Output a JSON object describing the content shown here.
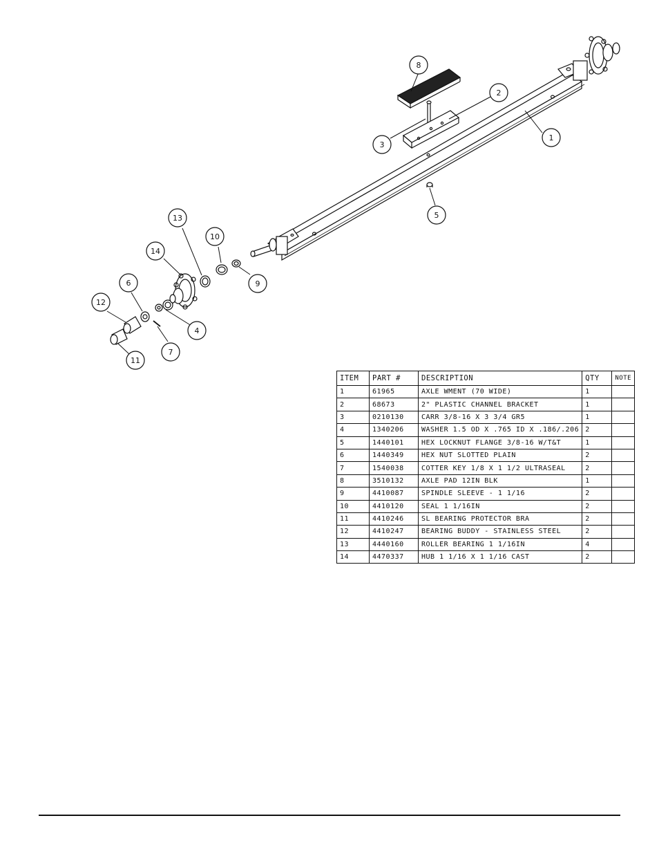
{
  "callouts": {
    "c1": "1",
    "c2": "2",
    "c3": "3",
    "c4": "4",
    "c5": "5",
    "c6": "6",
    "c7": "7",
    "c8": "8",
    "c9": "9",
    "c10": "10",
    "c11": "11",
    "c12": "12",
    "c13": "13",
    "c14": "14"
  },
  "bom": {
    "headers": {
      "item": "ITEM",
      "part": "PART #",
      "description": "DESCRIPTION",
      "qty": "QTY",
      "note": "NOTE"
    },
    "rows": [
      {
        "item": "1",
        "part": "61965",
        "description": "AXLE WMENT (70 WIDE)",
        "qty": "1",
        "note": ""
      },
      {
        "item": "2",
        "part": "68673",
        "description": "2\" PLASTIC CHANNEL BRACKET",
        "qty": "1",
        "note": ""
      },
      {
        "item": "3",
        "part": "0210130",
        "description": "CARR 3/8-16 X 3 3/4 GR5",
        "qty": "1",
        "note": ""
      },
      {
        "item": "4",
        "part": "1340206",
        "description": "WASHER 1.5 OD X .765 ID X .186/.206",
        "qty": "2",
        "note": ""
      },
      {
        "item": "5",
        "part": "1440101",
        "description": "HEX LOCKNUT FLANGE 3/8-16 W/T&T",
        "qty": "1",
        "note": ""
      },
      {
        "item": "6",
        "part": "1440349",
        "description": "HEX NUT SLOTTED PLAIN",
        "qty": "2",
        "note": ""
      },
      {
        "item": "7",
        "part": "1540038",
        "description": "COTTER KEY 1/8 X 1 1/2 ULTRASEAL",
        "qty": "2",
        "note": ""
      },
      {
        "item": "8",
        "part": "3510132",
        "description": "AXLE PAD 12IN  BLK",
        "qty": "1",
        "note": ""
      },
      {
        "item": "9",
        "part": "4410087",
        "description": "SPINDLE SLEEVE - 1 1/16",
        "qty": "2",
        "note": ""
      },
      {
        "item": "10",
        "part": "4410120",
        "description": "SEAL  1 1/16IN",
        "qty": "2",
        "note": ""
      },
      {
        "item": "11",
        "part": "4410246",
        "description": "SL BEARING PROTECTOR BRA",
        "qty": "2",
        "note": ""
      },
      {
        "item": "12",
        "part": "4410247",
        "description": "BEARING BUDDY - STAINLESS STEEL",
        "qty": "2",
        "note": ""
      },
      {
        "item": "13",
        "part": "4440160",
        "description": "ROLLER BEARING   1 1/16IN",
        "qty": "4",
        "note": ""
      },
      {
        "item": "14",
        "part": "4470337",
        "description": "HUB  1 1/16 X 1 1/16 CAST",
        "qty": "2",
        "note": ""
      }
    ]
  }
}
